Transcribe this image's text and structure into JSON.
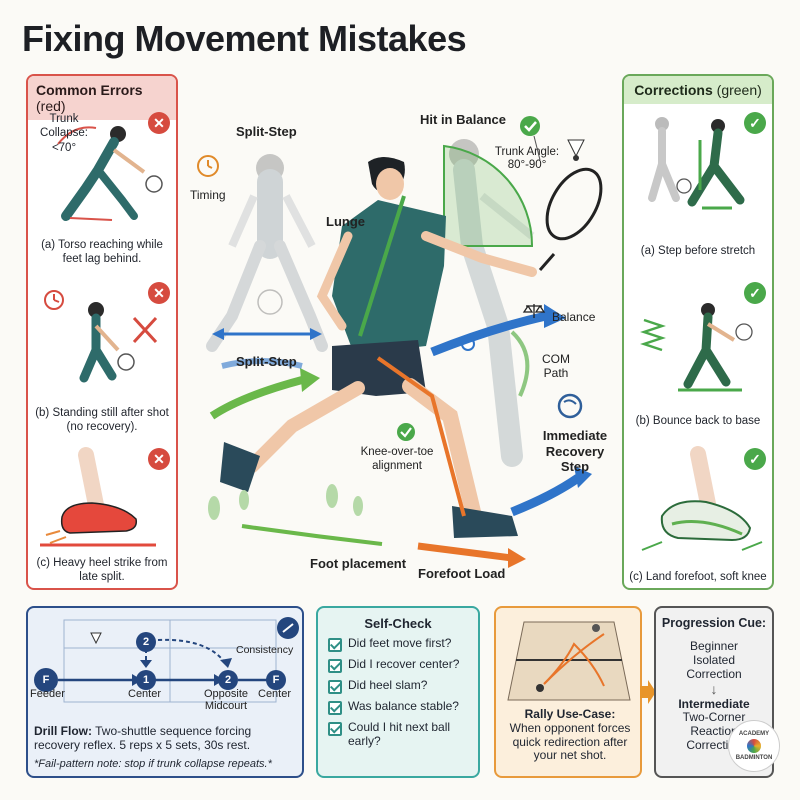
{
  "title": "Fixing Movement Mistakes",
  "errors": {
    "heading": "Common Errors",
    "heading_note": "(red)",
    "trunk_label": "Trunk Collapse: <70°",
    "items": [
      {
        "caption": "(a) Torso reaching while feet lag behind."
      },
      {
        "caption": "(b) Standing still after shot (no recovery)."
      },
      {
        "caption": "(c) Heavy heel strike from late split."
      }
    ]
  },
  "corrections": {
    "heading": "Corrections",
    "heading_note": "(green)",
    "items": [
      {
        "caption": "(a) Step before stretch"
      },
      {
        "caption": "(b) Bounce back to base"
      },
      {
        "caption": "(c) Land forefoot, soft knee"
      }
    ]
  },
  "center": {
    "split_step_top": "Split-Step",
    "timing": "Timing",
    "hit_in_balance": "Hit in Balance",
    "trunk_angle": "Trunk Angle: 80°-90°",
    "lunge": "Lunge",
    "balance": "Balance",
    "com_path": "COM Path",
    "split_step_bottom": "Split-Step",
    "knee_over_toe": "Knee-over-toe alignment",
    "immediate_recovery": "Immediate Recovery Step",
    "foot_placement": "Foot placement",
    "forefoot_load": "Forefoot Load"
  },
  "drill": {
    "feeder_letter": "F",
    "feeder": "Feeder",
    "center": "Center",
    "opposite": "Opposite Midcourt",
    "center_end": "Center",
    "consistency": "Consistency",
    "node_1": "1",
    "node_2a": "2",
    "node_2b": "2",
    "node_f_end": "F",
    "flow_title": "Drill Flow:",
    "flow_text": "Two-shuttle sequence forcing recovery reflex. 5 reps x 5 sets, 30s rest.",
    "note": "*Fail-pattern note: stop if trunk collapse repeats.*"
  },
  "self_check": {
    "heading": "Self-Check",
    "items": [
      "Did feet move first?",
      "Did I recover center?",
      "Did heel slam?",
      "Was balance stable?",
      "Could I hit next ball early?"
    ]
  },
  "rally": {
    "title": "Rally Use-Case:",
    "text": "When opponent forces quick redirection after your net shot."
  },
  "progression": {
    "title": "Progression Cue:",
    "beginner": "Beginner Isolated Correction",
    "intermediate": "Intermediate",
    "intermediate_text": "Two-Corner Reaction Correction",
    "logo_top": "ACADEMY",
    "logo_bottom": "BADMINTON"
  },
  "colors": {
    "error": "#d9534a",
    "correct": "#4aa84a",
    "arrow_blue": "#2f74c9",
    "arrow_orange": "#e8752a"
  }
}
